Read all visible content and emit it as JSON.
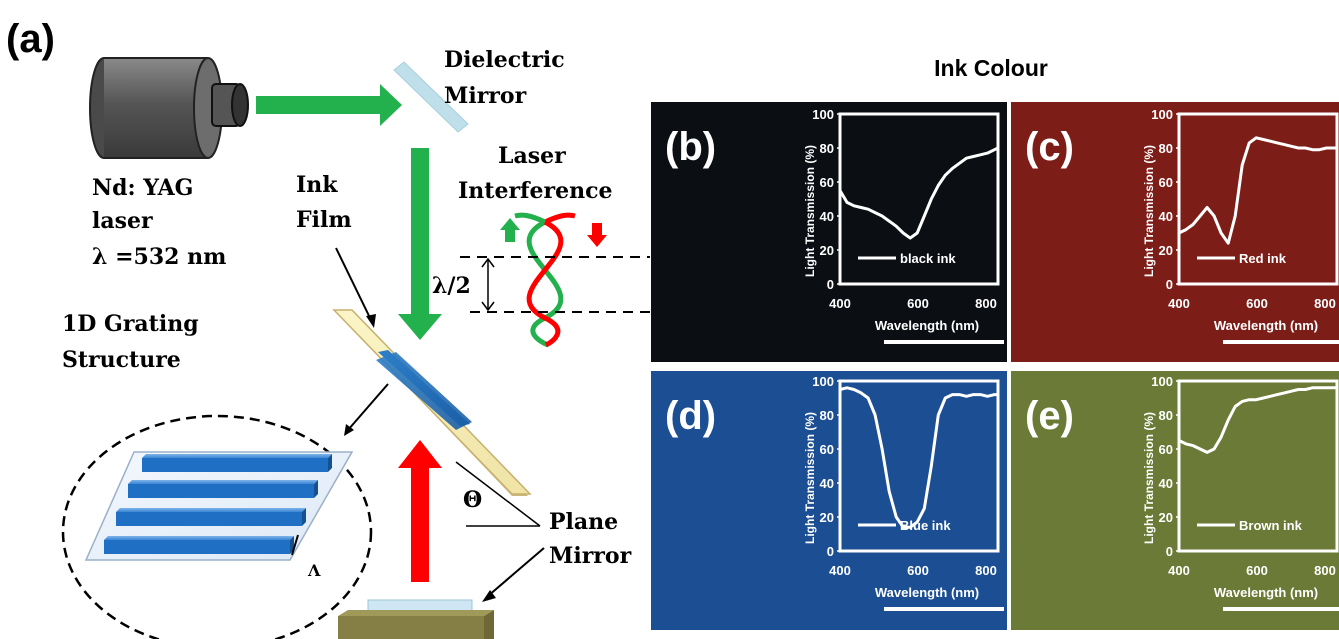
{
  "panel_a": {
    "tag": "(a)",
    "laser_name": "Nd: YAG",
    "laser_word": "laser",
    "laser_wavelength": "λ =532 nm",
    "dielectric_mirror_line1": "Dielectric",
    "dielectric_mirror_line2": "Mirror",
    "ink_film_line1": "Ink",
    "ink_film_line2": "Film",
    "interference_line1": "Laser",
    "interference_line2": "Interference",
    "half_wavelength": "λ/2",
    "grating_line1": "1D Grating",
    "grating_line2": "Structure",
    "theta": "Θ",
    "grating_period": "Λ",
    "plane_mirror_line1": "Plane",
    "plane_mirror_line2": "Mirror"
  },
  "ink_colour_title": "Ink Colour",
  "colors": {
    "green_beam": "#22b14c",
    "red_beam": "#ff0000",
    "grating_blue": "#1f6fc5",
    "panel_b_bg": "#0b0f14",
    "panel_c_bg": "#7d1d18",
    "panel_d_bg": "#1c4e93",
    "panel_e_bg": "#6b7a36"
  },
  "chart_data": [
    {
      "type": "line",
      "panel": "(b)",
      "ylabel": "Light Transmission (%)",
      "xlabel": "Wavelength (nm)",
      "xticks": [
        "400",
        "600",
        "800"
      ],
      "yticks": [
        "0",
        "20",
        "40",
        "60",
        "80",
        "100"
      ],
      "xlim": [
        400,
        850
      ],
      "ylim": [
        0,
        100
      ],
      "legend": "black ink",
      "x": [
        400,
        420,
        440,
        460,
        480,
        500,
        520,
        540,
        560,
        580,
        600,
        620,
        640,
        660,
        680,
        700,
        720,
        740,
        760,
        780,
        800,
        820,
        840,
        850
      ],
      "y": [
        55,
        48,
        46,
        45,
        44,
        42,
        40,
        37,
        34,
        30,
        27,
        30,
        40,
        50,
        58,
        64,
        68,
        71,
        74,
        75,
        76,
        77,
        79,
        80
      ]
    },
    {
      "type": "line",
      "panel": "(c)",
      "ylabel": "Light Transmission (%)",
      "xlabel": "Wavelength (nm)",
      "xticks": [
        "400",
        "600",
        "800"
      ],
      "yticks": [
        "0",
        "20",
        "40",
        "60",
        "80",
        "100"
      ],
      "xlim": [
        400,
        850
      ],
      "ylim": [
        0,
        100
      ],
      "legend": "Red ink",
      "x": [
        400,
        420,
        440,
        460,
        480,
        500,
        520,
        540,
        560,
        580,
        600,
        620,
        640,
        660,
        680,
        700,
        720,
        740,
        760,
        780,
        800,
        820,
        840,
        850
      ],
      "y": [
        30,
        32,
        35,
        40,
        45,
        40,
        30,
        24,
        40,
        70,
        83,
        86,
        85,
        84,
        83,
        82,
        81,
        80,
        80,
        79,
        79,
        80,
        80,
        80
      ]
    },
    {
      "type": "line",
      "panel": "(d)",
      "ylabel": "Light Transmission (%)",
      "xlabel": "Wavelength (nm)",
      "xticks": [
        "400",
        "600",
        "800"
      ],
      "yticks": [
        "0",
        "20",
        "40",
        "60",
        "80",
        "100"
      ],
      "xlim": [
        400,
        850
      ],
      "ylim": [
        0,
        100
      ],
      "legend": "Blue ink",
      "x": [
        400,
        420,
        440,
        460,
        480,
        500,
        520,
        540,
        560,
        580,
        600,
        620,
        640,
        660,
        680,
        700,
        720,
        740,
        760,
        780,
        800,
        820,
        840,
        850
      ],
      "y": [
        95,
        96,
        95,
        93,
        90,
        80,
        60,
        35,
        20,
        14,
        14,
        17,
        25,
        50,
        80,
        90,
        92,
        92,
        91,
        92,
        92,
        91,
        92,
        92
      ]
    },
    {
      "type": "line",
      "panel": "(e)",
      "ylabel": "Light Transmission (%)",
      "xlabel": "Wavelength (nm)",
      "xticks": [
        "400",
        "600",
        "800"
      ],
      "yticks": [
        "0",
        "20",
        "40",
        "60",
        "80",
        "100"
      ],
      "xlim": [
        400,
        850
      ],
      "ylim": [
        0,
        100
      ],
      "legend": "Brown ink",
      "x": [
        400,
        420,
        440,
        460,
        480,
        500,
        520,
        540,
        560,
        580,
        600,
        620,
        640,
        660,
        680,
        700,
        720,
        740,
        760,
        780,
        800,
        820,
        840,
        850
      ],
      "y": [
        65,
        63,
        62,
        60,
        58,
        60,
        67,
        77,
        85,
        88,
        89,
        89,
        90,
        91,
        92,
        93,
        94,
        95,
        95,
        96,
        96,
        96,
        96,
        96
      ]
    }
  ]
}
